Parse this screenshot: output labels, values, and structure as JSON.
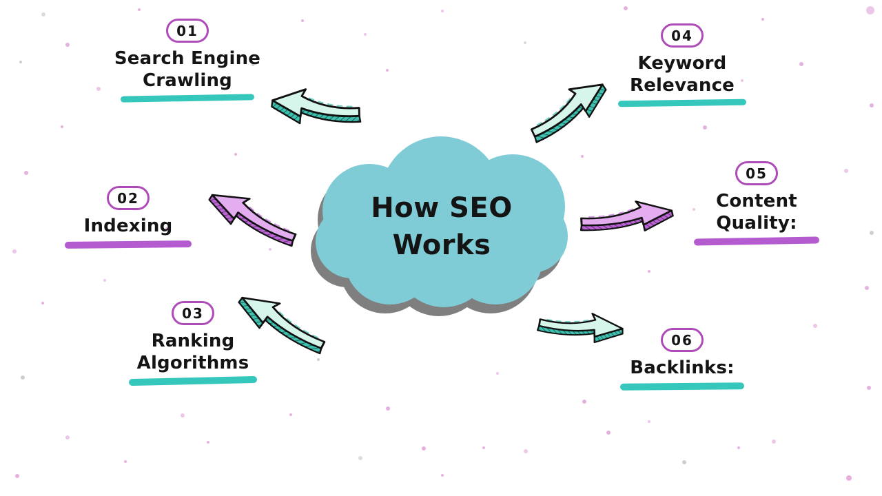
{
  "title": {
    "line1": "How SEO",
    "line2": "Works"
  },
  "items": [
    {
      "number": "01",
      "lines": [
        "Search Engine",
        "Crawling"
      ],
      "underline": "teal"
    },
    {
      "number": "02",
      "lines": [
        "Indexing"
      ],
      "underline": "purple"
    },
    {
      "number": "03",
      "lines": [
        "Ranking",
        "Algorithms"
      ],
      "underline": "teal"
    },
    {
      "number": "04",
      "lines": [
        "Keyword",
        "Relevance"
      ],
      "underline": "teal"
    },
    {
      "number": "05",
      "lines": [
        "Content",
        "Quality:"
      ],
      "underline": "purple"
    },
    {
      "number": "06",
      "lines": [
        "Backlinks:"
      ],
      "underline": "teal"
    }
  ],
  "colors": {
    "cloud": "#7FCBD6",
    "cloud_shadow": "#7F7F7F",
    "text": "#141414",
    "teal_underline": "#35C7BB",
    "purple_underline": "#B55BD0",
    "badge_border": "#AE4BB8",
    "mint_arrow_fill": "#D6F6EB",
    "mint_arrow_edge": "#3FC1B0",
    "purple_arrow_fill": "#E3ADEF",
    "purple_arrow_edge": "#BC63D6",
    "dot": "#E2A9DC"
  }
}
